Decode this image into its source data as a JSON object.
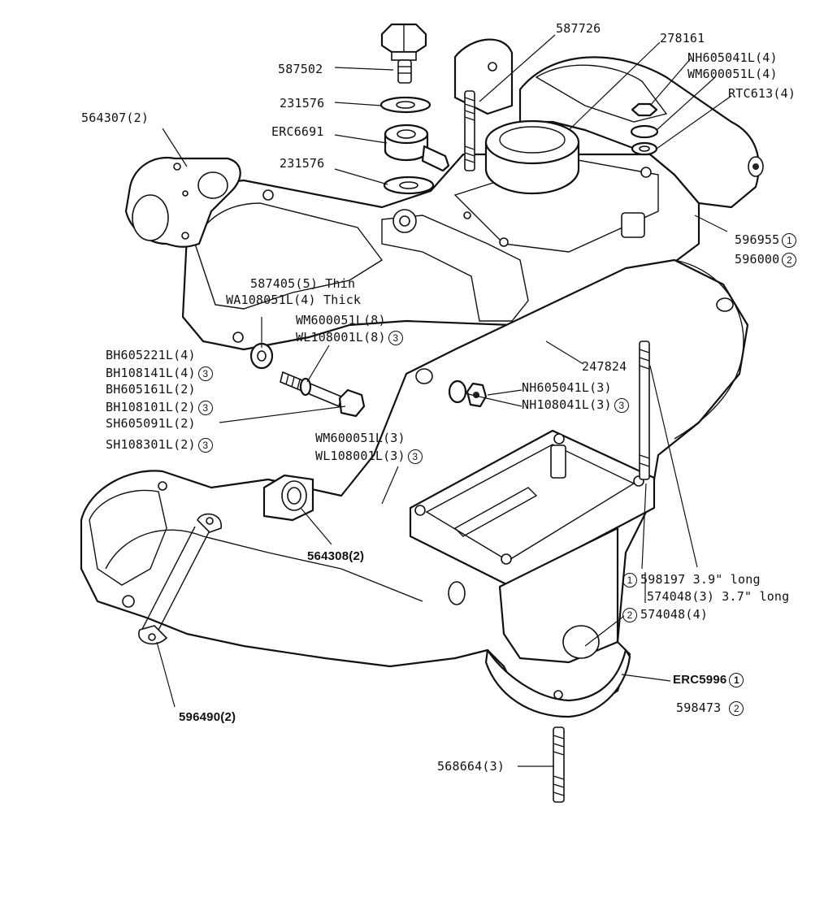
{
  "labels": {
    "l587726": "587726",
    "l278161": "278161",
    "l587502": "587502",
    "l231576a": "231576",
    "lerc6691": "ERC6691",
    "l231576b": "231576",
    "l564307": "564307(2)",
    "lnh605041l4": "NH605041L(4)",
    "lwm600051l4": "WM600051L(4)",
    "lrtc613": "RTC613(4)",
    "l596955": "596955",
    "l596000": "596000",
    "l587405": "587405(5) Thin",
    "lwa108051": "WA108051L(4) Thick",
    "lwm600051l8": "WM600051L(8)",
    "lwl108001l8": "WL108001L(8)",
    "lbh605221": "BH605221L(4)",
    "lbh108141": "BH108141L(4)",
    "lbh605161": "BH605161L(2)",
    "lbh108101": "BH108101L(2)",
    "lsh605091": "SH605091L(2)",
    "lsh108301": "SH108301L(2)",
    "l247824": "247824",
    "lnh605041l3": "NH605041L(3)",
    "lnh108041l3": "NH108041L(3)",
    "lwm600051l3": "WM600051L(3)",
    "lwl108001l3": "WL108001L(3)",
    "l564308": "564308(2)",
    "l598197": "598197 3.9\" long",
    "l574048a": "574048(3) 3.7\" long",
    "l574048b": "574048(4)",
    "lerc5996": "ERC5996",
    "l598473": "598473",
    "l596490": "596490(2)",
    "l568664": "568664(3)"
  },
  "callouts": {
    "c1": "1",
    "c2": "2",
    "c3": "3"
  }
}
